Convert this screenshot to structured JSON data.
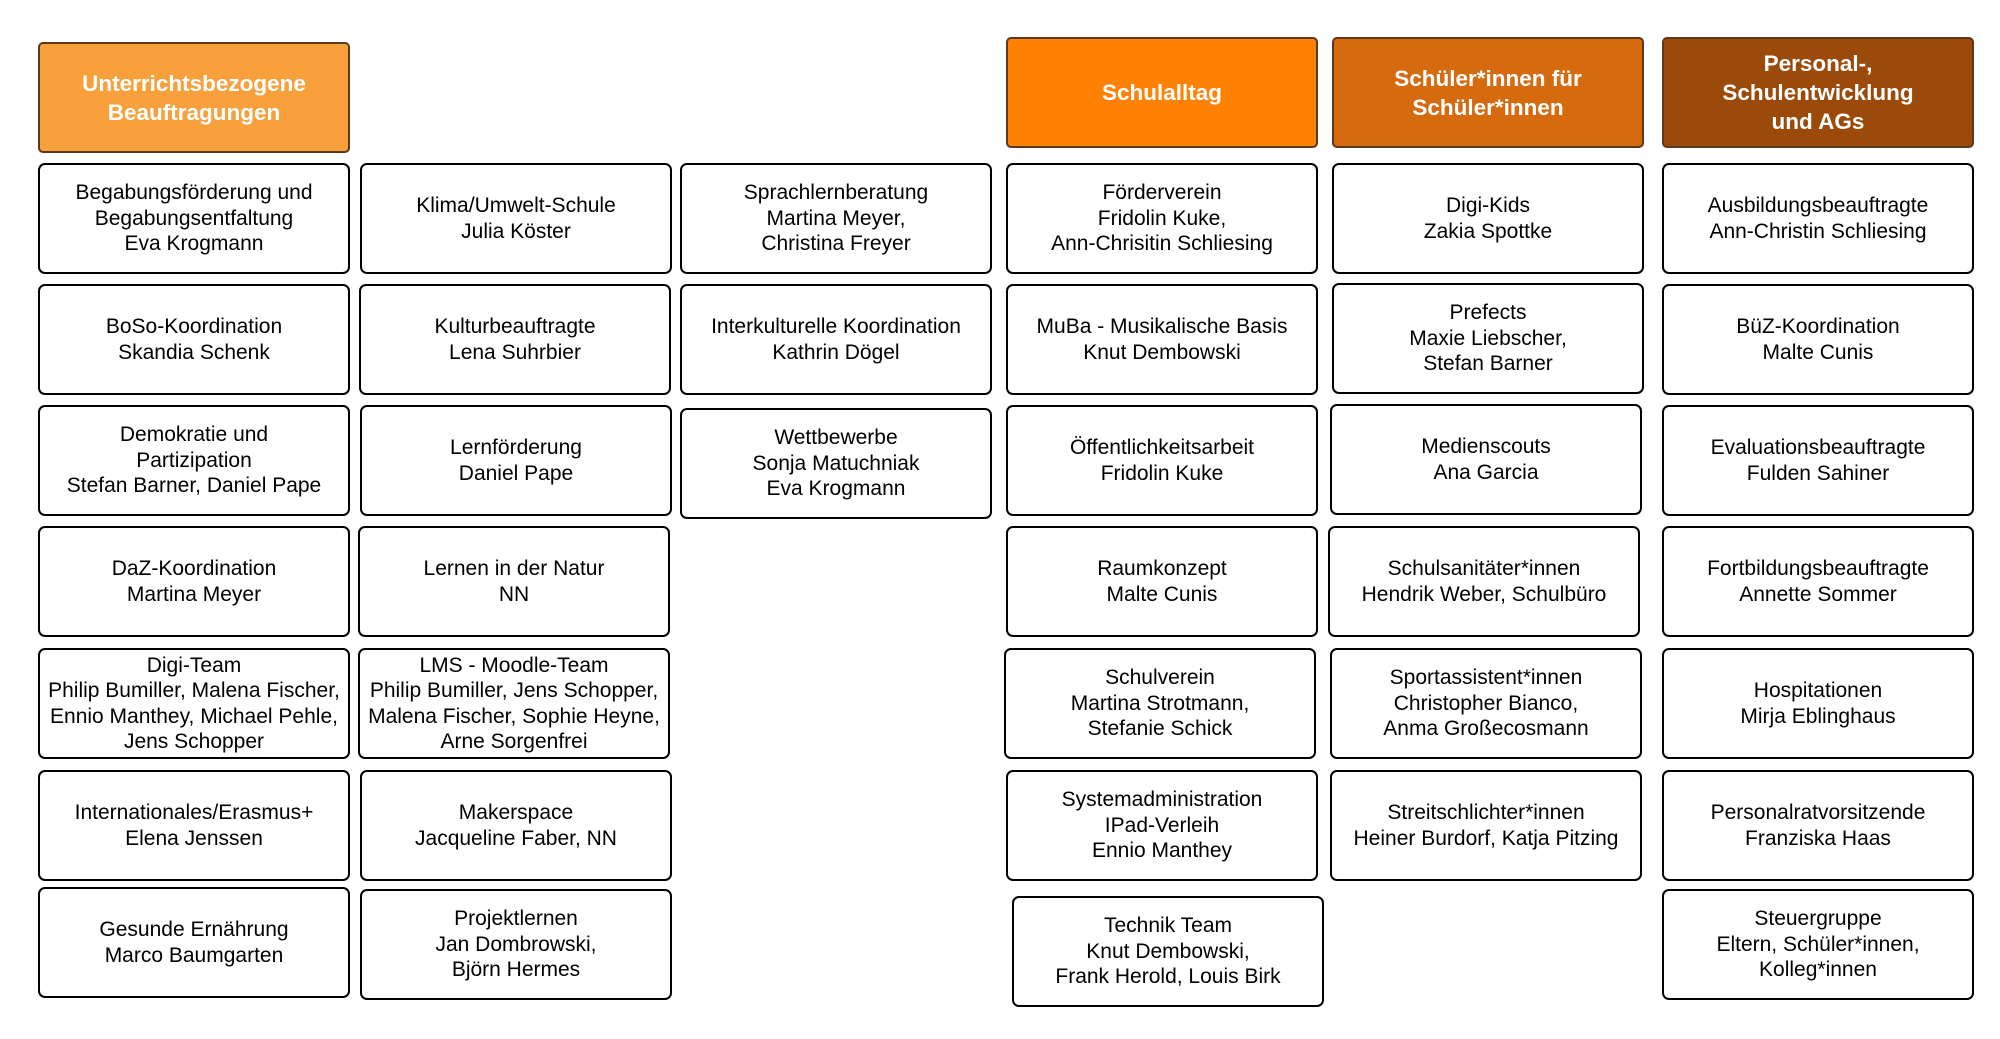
{
  "headers": {
    "unterricht": {
      "lines": [
        "Unterrichtsbezogene",
        "Beauftragungen"
      ],
      "color": "#F7A03C"
    },
    "schulalltag": {
      "lines": [
        "Schulalltag"
      ],
      "color": "#FF8205"
    },
    "schueler": {
      "lines": [
        "Schüler*innen für",
        "Schüler*innen"
      ],
      "color": "#D66A0E"
    },
    "personal": {
      "lines": [
        "Personal-,",
        "Schulentwicklung",
        "und AGs"
      ],
      "color": "#9C4A09"
    }
  },
  "col1": [
    {
      "lines": [
        "Begabungsförderung und",
        "Begabungsentfaltung",
        "Eva Krogmann"
      ]
    },
    {
      "lines": [
        "BoSo-Koordination",
        "Skandia Schenk"
      ]
    },
    {
      "lines": [
        "Demokratie und",
        "Partizipation",
        "Stefan Barner, Daniel Pape"
      ]
    },
    {
      "lines": [
        "DaZ-Koordination",
        "Martina Meyer"
      ]
    },
    {
      "lines": [
        "Digi-Team",
        "Philip Bumiller, Malena Fischer,",
        "Ennio Manthey, Michael Pehle,",
        "Jens Schopper"
      ]
    },
    {
      "lines": [
        "Internationales/Erasmus+",
        "Elena Jenssen"
      ]
    },
    {
      "lines": [
        "Gesunde Ernährung",
        "Marco Baumgarten"
      ]
    }
  ],
  "col2": [
    {
      "lines": [
        "Klima/Umwelt-Schule",
        "Julia Köster"
      ]
    },
    {
      "lines": [
        "Kulturbeauftragte",
        "Lena Suhrbier"
      ]
    },
    {
      "lines": [
        "Lernförderung",
        "Daniel Pape"
      ]
    },
    {
      "lines": [
        "Lernen in der Natur",
        "NN"
      ]
    },
    {
      "lines": [
        "LMS - Moodle-Team",
        "Philip Bumiller, Jens Schopper,",
        "Malena Fischer,  Sophie Heyne,",
        "Arne Sorgenfrei"
      ]
    },
    {
      "lines": [
        "Makerspace",
        "Jacqueline Faber, NN"
      ]
    },
    {
      "lines": [
        "Projektlernen",
        "Jan Dombrowski,",
        "Björn Hermes"
      ]
    }
  ],
  "col3": [
    {
      "lines": [
        "Sprachlernberatung",
        "Martina Meyer,",
        "Christina Freyer"
      ]
    },
    {
      "lines": [
        "Interkulturelle Koordination",
        "Kathrin Dögel"
      ]
    },
    {
      "lines": [
        "Wettbewerbe",
        "Sonja Matuchniak",
        "Eva Krogmann"
      ]
    }
  ],
  "col4": [
    {
      "lines": [
        "Förderverein",
        "Fridolin Kuke,",
        "Ann-Chrisitin Schliesing"
      ]
    },
    {
      "lines": [
        "MuBa - Musikalische Basis",
        "Knut Dembowski"
      ]
    },
    {
      "lines": [
        "Öffentlichkeitsarbeit",
        "Fridolin Kuke"
      ]
    },
    {
      "lines": [
        "Raumkonzept",
        "Malte Cunis"
      ]
    },
    {
      "lines": [
        "Schulverein",
        "Martina Strotmann,",
        "Stefanie Schick"
      ]
    },
    {
      "lines": [
        "Systemadministration",
        "IPad-Verleih",
        "Ennio Manthey"
      ]
    },
    {
      "lines": [
        "Technik Team",
        "Knut Dembowski,",
        "Frank Herold, Louis Birk"
      ]
    }
  ],
  "col5": [
    {
      "lines": [
        "Digi-Kids",
        "Zakia Spottke"
      ]
    },
    {
      "lines": [
        "Prefects",
        "Maxie Liebscher,",
        "Stefan Barner"
      ]
    },
    {
      "lines": [
        "Medienscouts",
        "Ana Garcia"
      ]
    },
    {
      "lines": [
        "Schulsanitäter*innen",
        "Hendrik Weber, Schulbüro"
      ]
    },
    {
      "lines": [
        "Sportassistent*innen",
        "Christopher Bianco,",
        "Anma Großecosmann"
      ]
    },
    {
      "lines": [
        "Streitschlichter*innen",
        "Heiner Burdorf, Katja Pitzing"
      ]
    }
  ],
  "col6": [
    {
      "lines": [
        "Ausbildungsbeauftragte",
        "Ann-Christin Schliesing"
      ]
    },
    {
      "lines": [
        "BüZ-Koordination",
        "Malte Cunis"
      ]
    },
    {
      "lines": [
        "Evaluationsbeauftragte",
        "Fulden Sahiner"
      ]
    },
    {
      "lines": [
        "Fortbildungsbeauftragte",
        "Annette Sommer"
      ]
    },
    {
      "lines": [
        "Hospitationen",
        "Mirja Eblinghaus"
      ]
    },
    {
      "lines": [
        "Personalratvorsitzende",
        "Franziska Haas"
      ]
    },
    {
      "lines": [
        "Steuergruppe",
        "Eltern, Schüler*innen,",
        "Kolleg*innen"
      ]
    }
  ]
}
